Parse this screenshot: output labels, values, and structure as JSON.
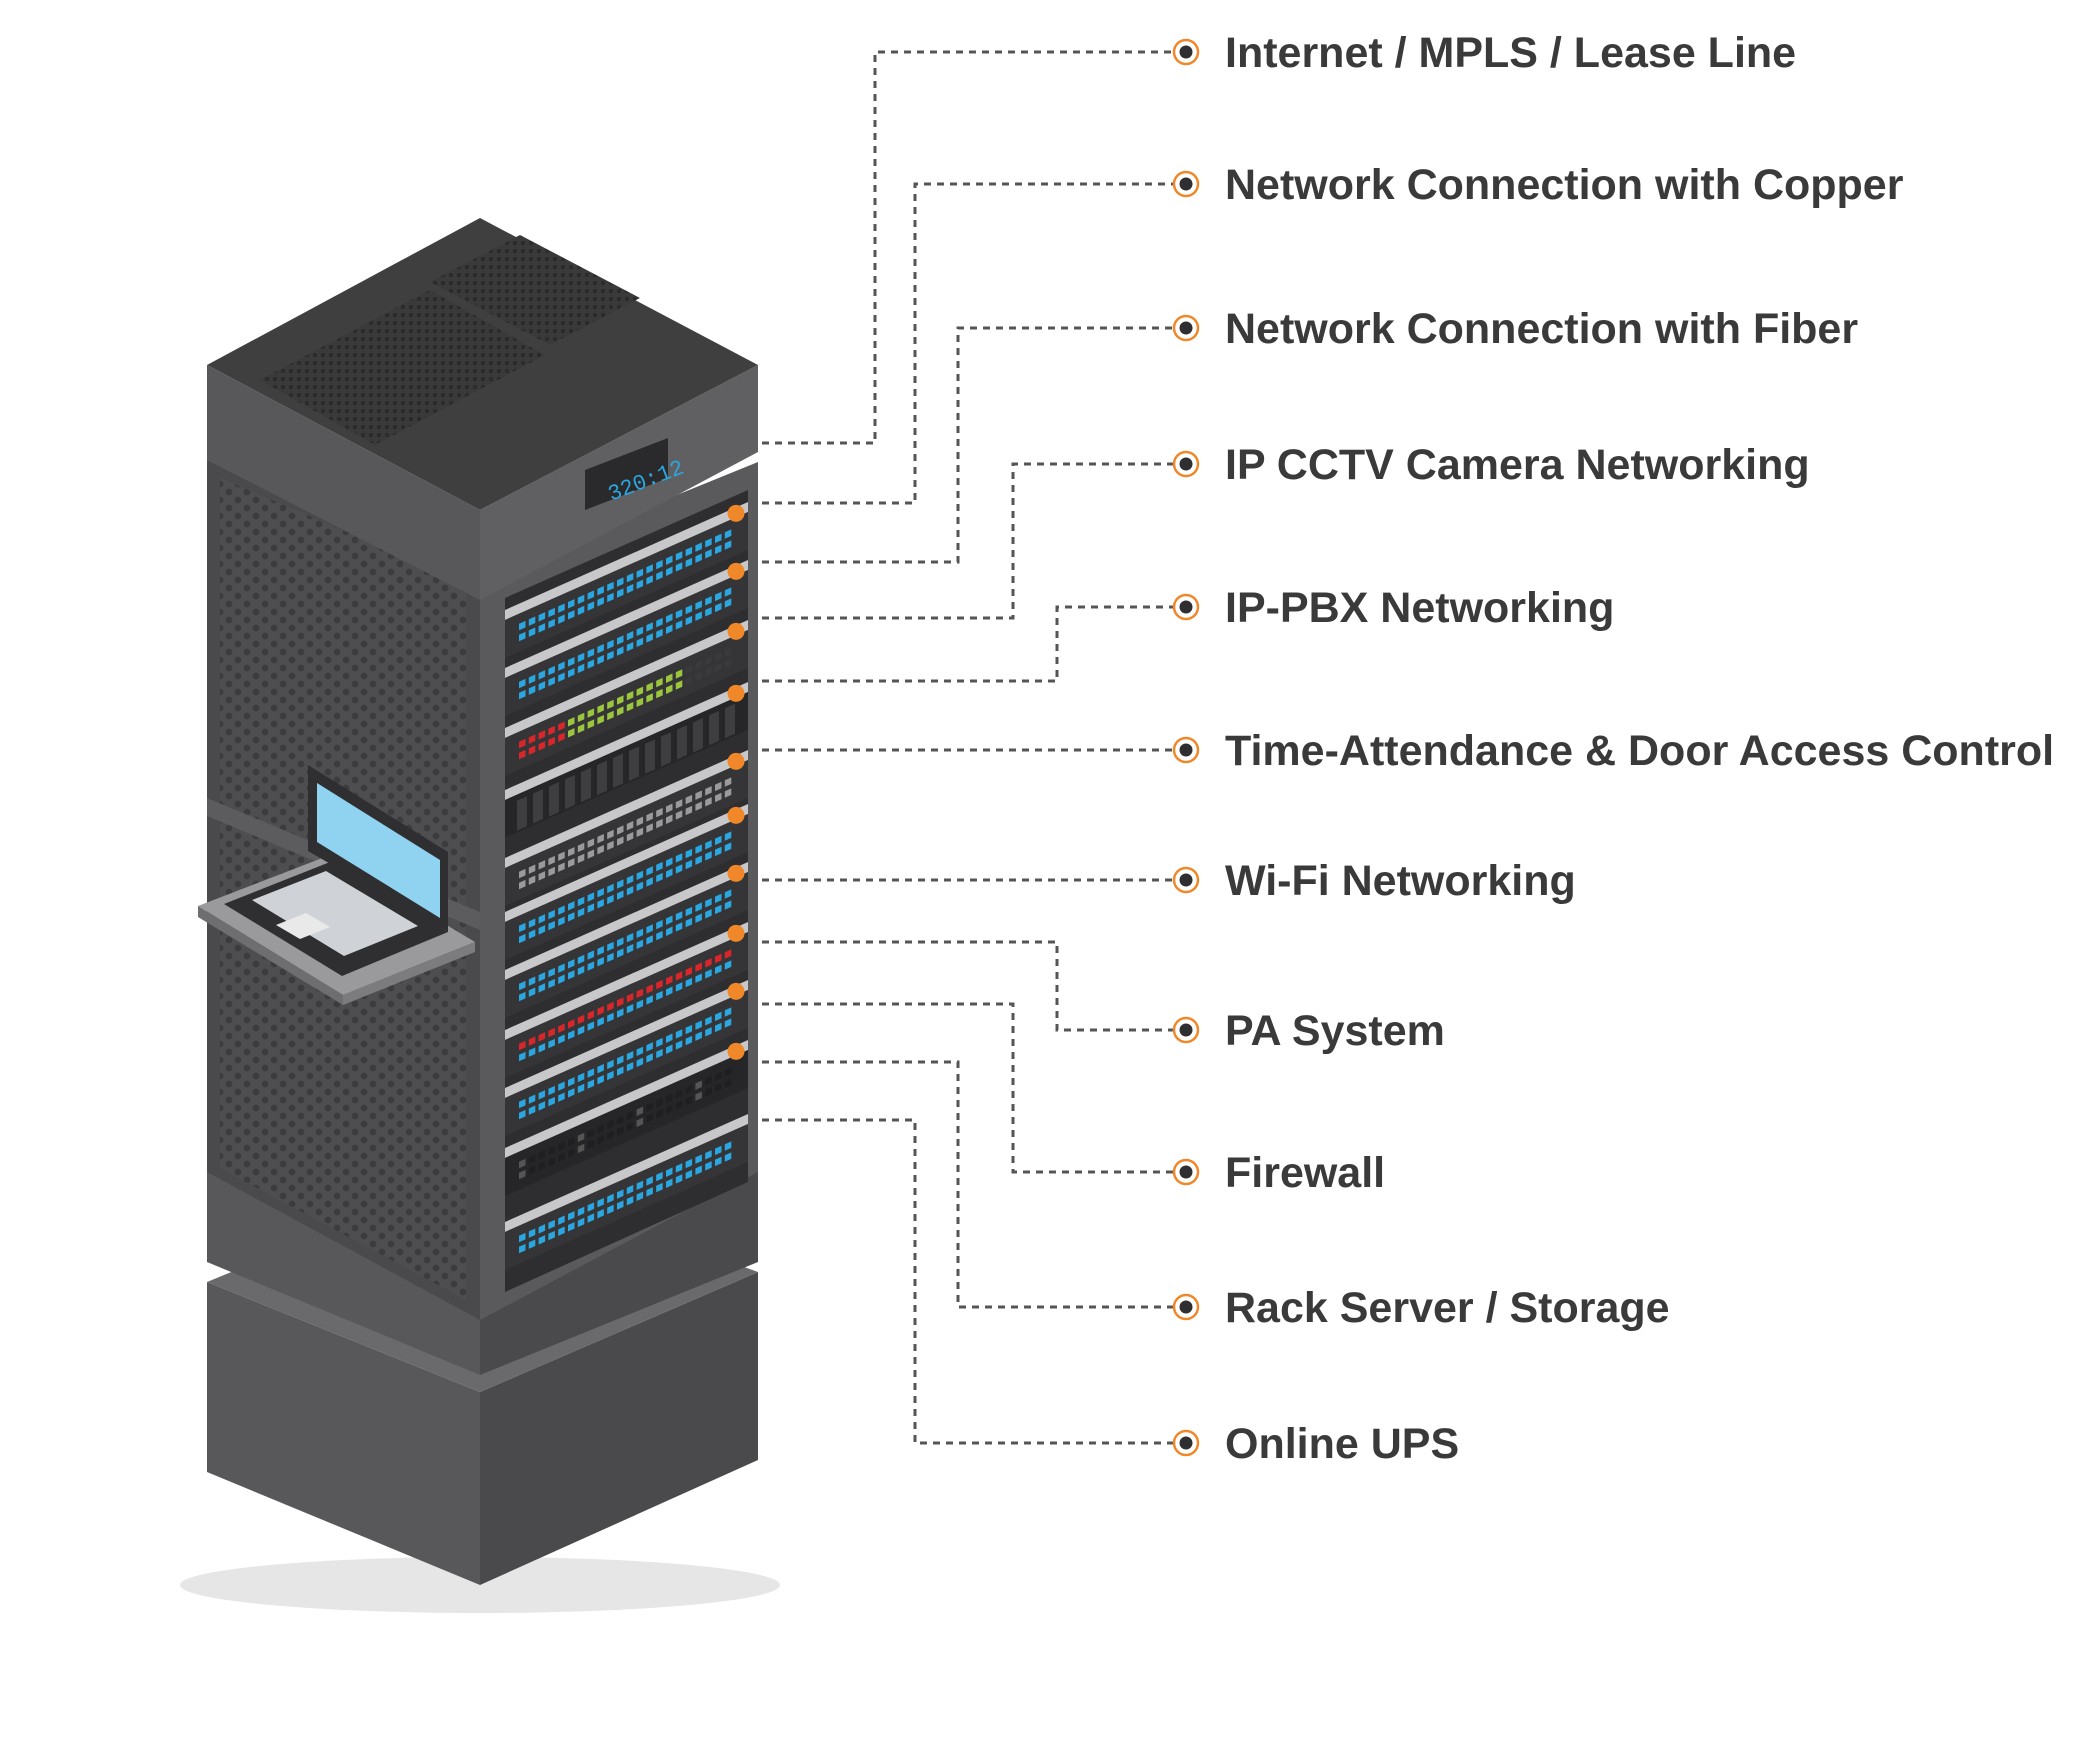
{
  "rack": {
    "display_readout": "320:12",
    "accent_color": "#f0882a",
    "port_blue": "#2aa6e0",
    "port_red": "#d9262a",
    "port_green": "#9ac53c",
    "screen_color": "#8fd3f1"
  },
  "callouts": [
    {
      "label": "Internet / MPLS / Lease Line"
    },
    {
      "label": "Network Connection with Copper"
    },
    {
      "label": "Network Connection with Fiber"
    },
    {
      "label": "IP CCTV Camera Networking"
    },
    {
      "label": "IP-PBX Networking"
    },
    {
      "label": "Time-Attendance & Door Access Control"
    },
    {
      "label": "Wi-Fi Networking"
    },
    {
      "label": "PA System"
    },
    {
      "label": "Firewall"
    },
    {
      "label": "Rack Server / Storage"
    },
    {
      "label": "Online UPS"
    }
  ]
}
